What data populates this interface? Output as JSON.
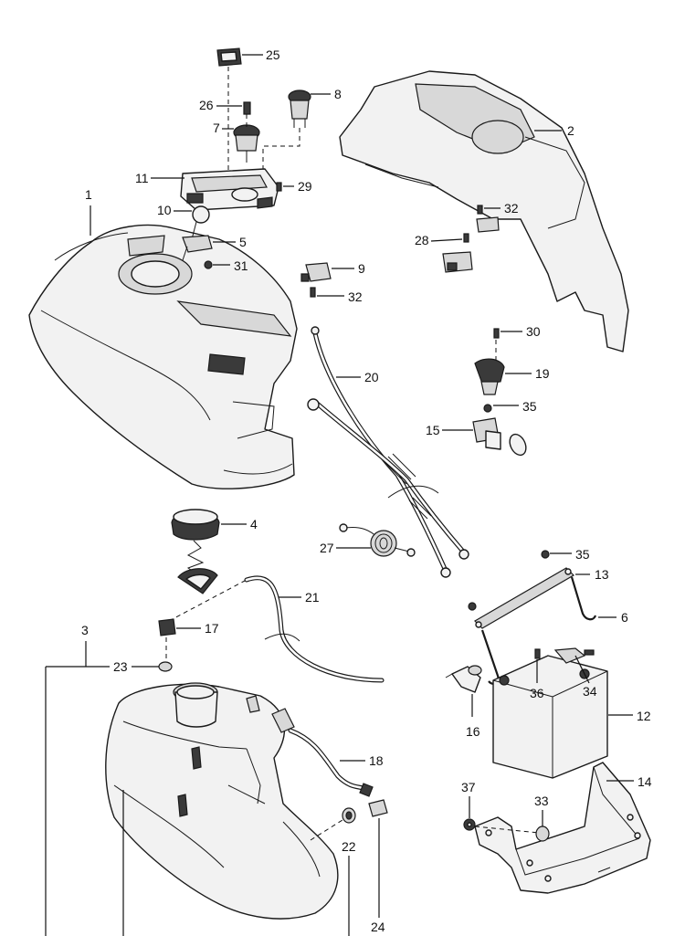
{
  "callouts": {
    "c1": "1",
    "c2": "2",
    "c3": "3",
    "c4": "4",
    "c5": "5",
    "c6": "6",
    "c7": "7",
    "c8": "8",
    "c9": "9",
    "c10": "10",
    "c11": "11",
    "c12": "12",
    "c13": "13",
    "c14": "14",
    "c15": "15",
    "c16": "16",
    "c17": "17",
    "c18": "18",
    "c19": "19",
    "c20": "20",
    "c21": "21",
    "c22": "22",
    "c23": "23",
    "c24": "24",
    "c25": "25",
    "c26": "26",
    "c27": "27",
    "c28": "28",
    "c29": "29",
    "c30": "30",
    "c31": "31",
    "c32a": "32",
    "c32b": "32",
    "c33": "33",
    "c34": "34",
    "c35a": "35",
    "c35b": "35",
    "c36": "36",
    "c37": "37"
  }
}
